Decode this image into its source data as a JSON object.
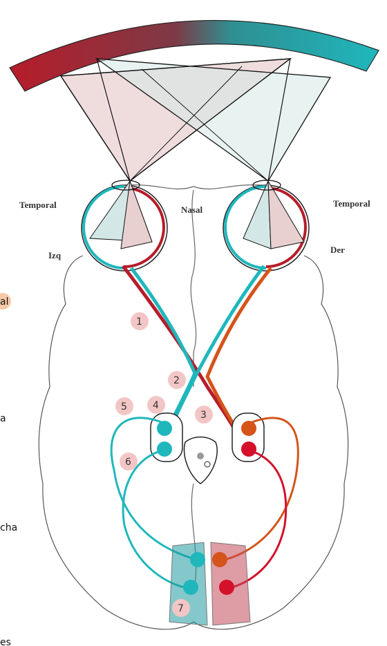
{
  "labels": {
    "temporal_left": "Temporal",
    "nasal": "Nasal",
    "temporal_right": "Temporal",
    "izq": "Izq",
    "der": "Der"
  },
  "markers": [
    "1",
    "2",
    "3",
    "4",
    "5",
    "6",
    "7"
  ],
  "side_fragments": {
    "top": "al",
    "middle": "a",
    "lower": "cha",
    "bottom": "es"
  },
  "colors": {
    "left_field": "#b71c2a",
    "right_field": "#1fb7bc",
    "nasal_pink": "#e8cfd0",
    "temporal_teal": "#d3e8e6",
    "marker_bg": "#f3c6c6",
    "side_badge": "#f6c9a6"
  }
}
